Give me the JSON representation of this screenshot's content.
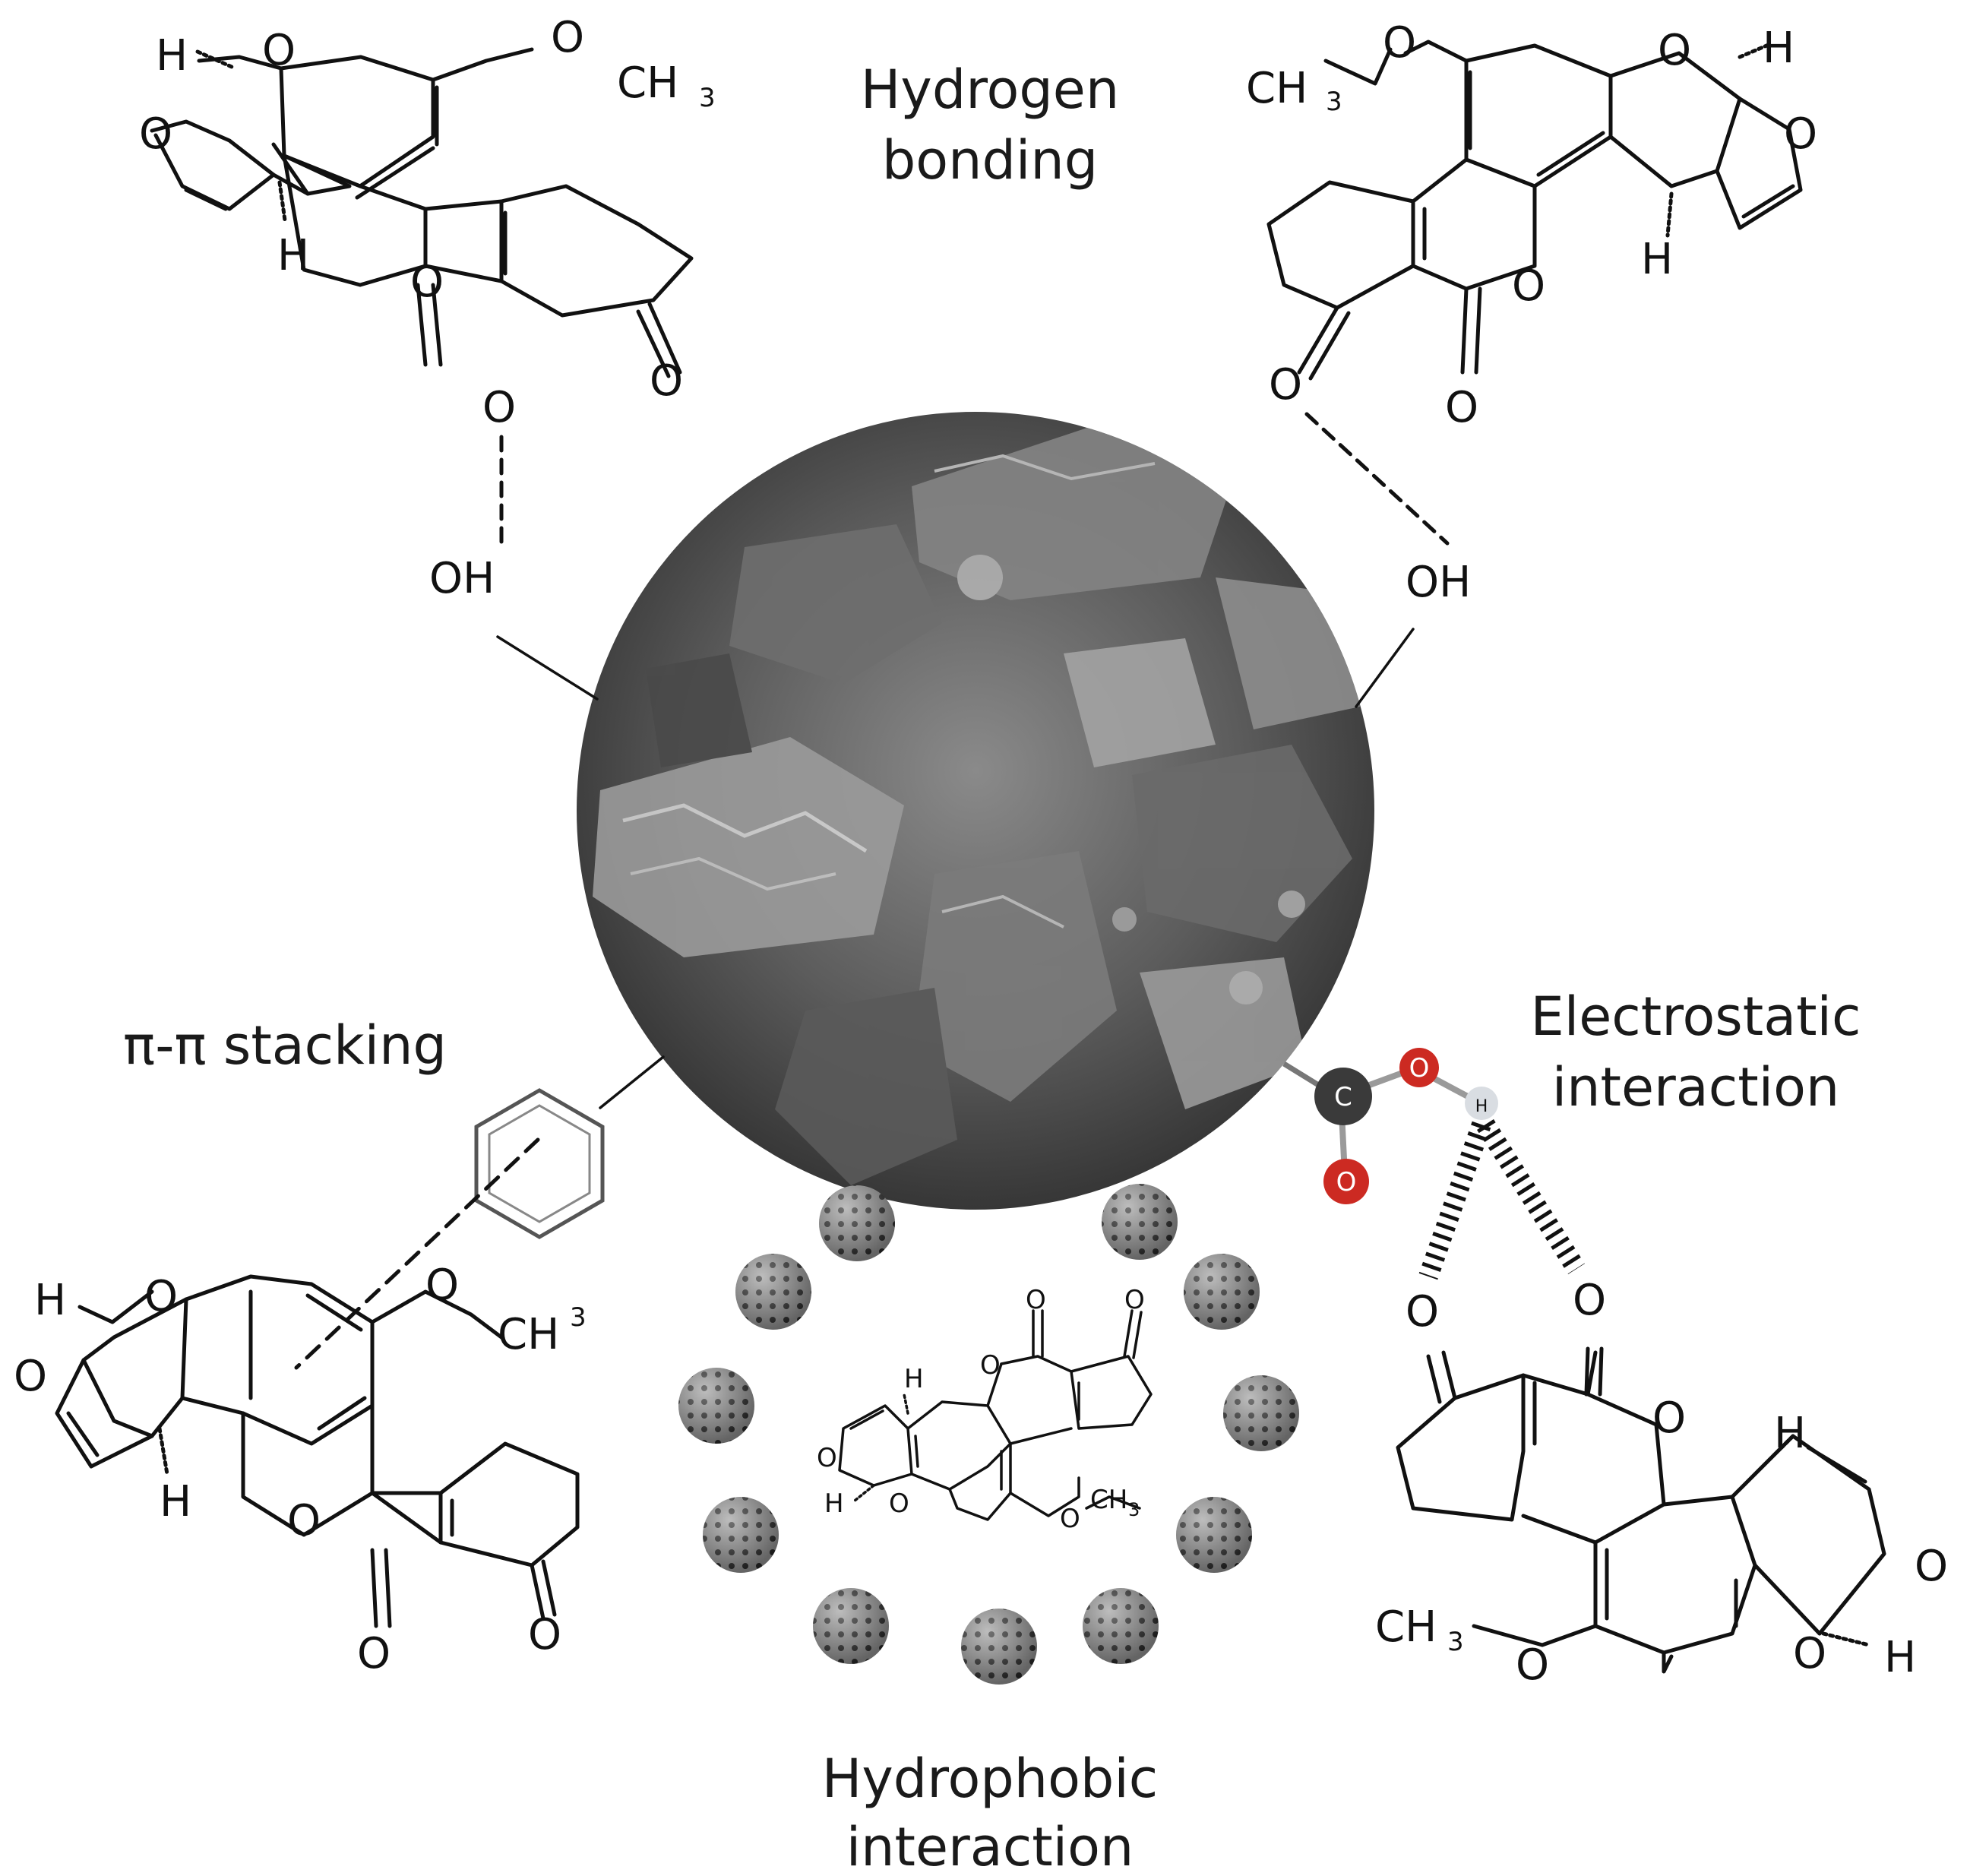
{
  "labels": {
    "hydrogen_bonding": [
      "Hydrogen",
      "bonding"
    ],
    "pi_stacking": "π-π stacking",
    "electrostatic": [
      "Electrostatic",
      "interaction"
    ],
    "hydrophobic": [
      "Hydrophobic",
      "interaction"
    ]
  },
  "groups": {
    "oh": "OH",
    "o": "O",
    "h": "H",
    "c": "C",
    "ch3": "CH3",
    "ch3_sup": "3",
    "ch_prefix": "CH"
  },
  "colors": {
    "sem_dark": "#2e2e2e",
    "sem_light": "#8a8a8a",
    "oxygen_red": "#cc2a22",
    "carbon_dark": "#3a3a3a",
    "hydrogen_grey": "#d9dde2"
  }
}
